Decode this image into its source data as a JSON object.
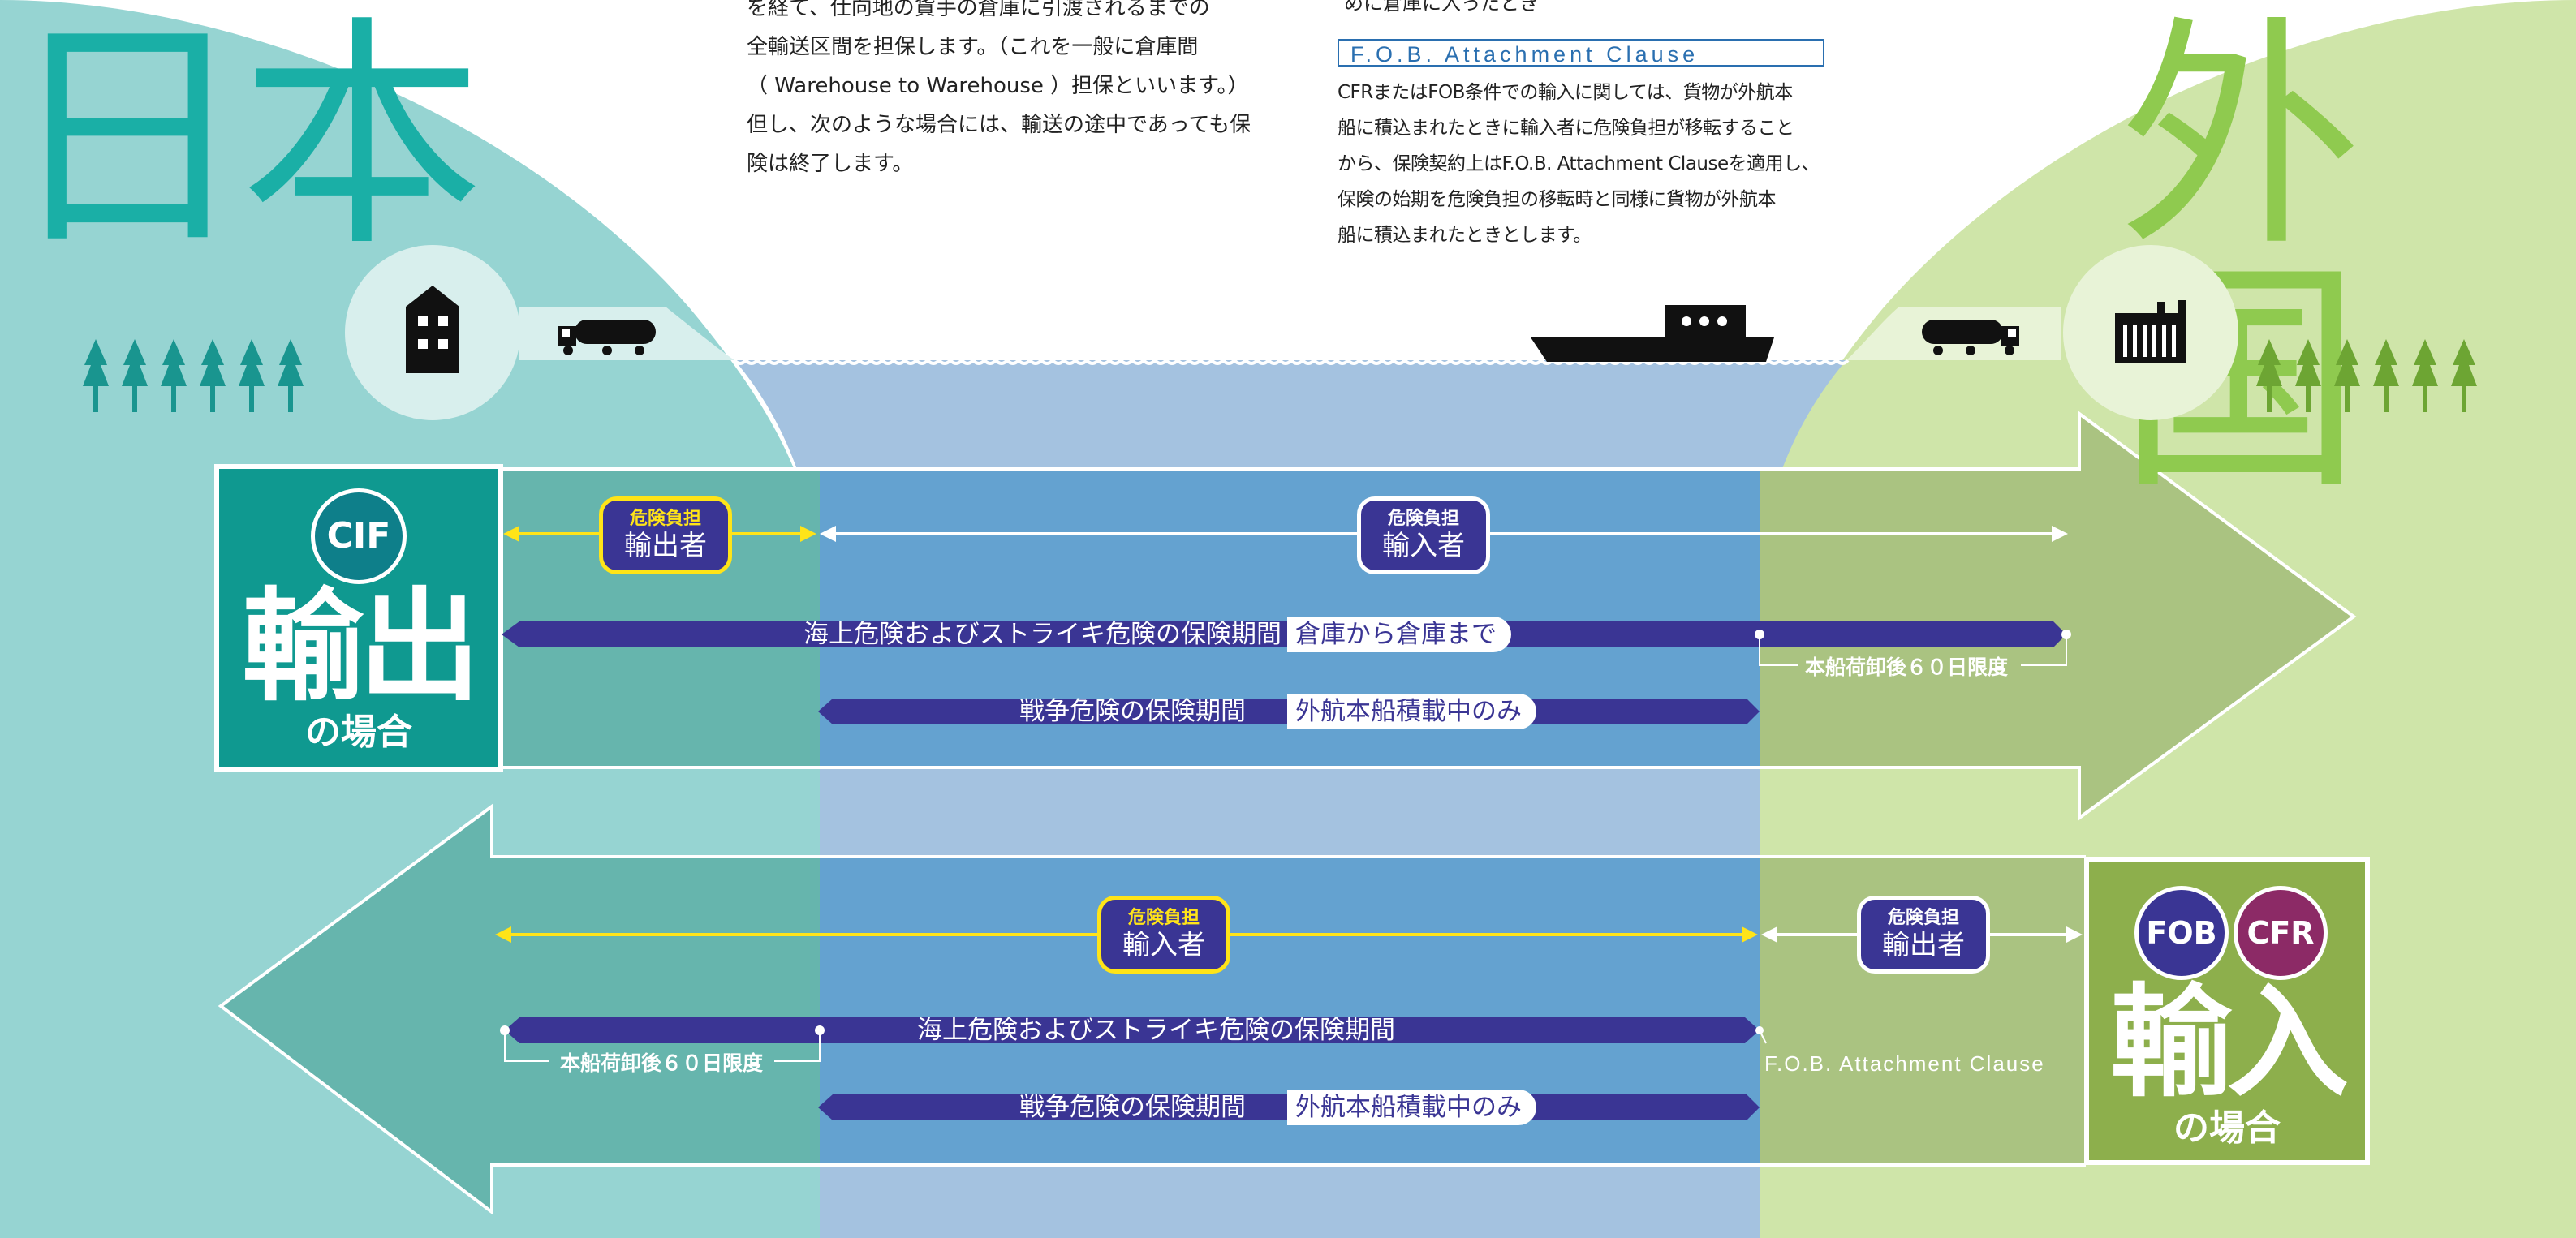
{
  "titles": {
    "japan": "日本",
    "foreign": "外国"
  },
  "intro_text": {
    "line1": "を経て、仕向地の貨手の倉庫に引渡されるまでの",
    "line2": "全輸送区間を担保します。（これを一般に倉庫間",
    "line3": "（ Warehouse to Warehouse ）担保といいます。）",
    "line4": "但し、次のような場合には、輸送の途中であっても保",
    "line5": "険は終了します。"
  },
  "right_text": {
    "top_line": "めに倉庫に入ったとき",
    "fob_heading": "F.O.B. Attachment Clause",
    "line1": "CFRまたはFOB条件での輸入に関しては、貨物が外航本",
    "line2": "船に積込まれたときに輸入者に危険負担が移転すること",
    "line3": "から、保険契約上はF.O.B. Attachment Clauseを適用し、",
    "line4": "保険の始期を危険負担の移転時と同様に貨物が外航本",
    "line5": "船に積込まれたときとします。"
  },
  "export_case": {
    "badge": "CIF",
    "title": "輸出",
    "subtitle": "の場合",
    "risk_exporter": {
      "label": "危険負担",
      "party": "輸出者"
    },
    "risk_importer": {
      "label": "危険負担",
      "party": "輸入者"
    },
    "marine_bar": {
      "label": "海上危険およびストライキ危険の保険期間",
      "tag": "倉庫から倉庫まで"
    },
    "war_bar": {
      "label": "戦争危険の保険期間",
      "tag": "外航本船積載中のみ"
    },
    "limit_note": "本船荷卸後６０日限度"
  },
  "import_case": {
    "badges": [
      "FOB",
      "CFR"
    ],
    "title": "輸入",
    "subtitle": "の場合",
    "risk_importer": {
      "label": "危険負担",
      "party": "輸入者"
    },
    "risk_exporter": {
      "label": "危険負担",
      "party": "輸出者"
    },
    "marine_bar": {
      "label": "海上危険およびストライキ危険の保険期間"
    },
    "war_bar": {
      "label": "戦争危険の保険期間",
      "tag": "外航本船積載中のみ"
    },
    "limit_note": "本船荷卸後６０日限度",
    "fob_note": "F.O.B. Attachment Clause"
  },
  "icons": [
    "warehouse-icon",
    "truck-icon",
    "ship-icon",
    "factory-icon",
    "tree-icon"
  ],
  "colors": {
    "japan_teal": "#96d4d2",
    "japan_title": "#1aafa6",
    "sea": "#a4c2e0",
    "sea_band": "#5fa0cc",
    "foreign_green": "#cfe5a9",
    "foreign_title": "#8fca4f",
    "cif_box": "#0f9990",
    "import_box": "#8daf4c",
    "bar_purple": "#3a3594",
    "risk_yellow": "#ffe418"
  }
}
